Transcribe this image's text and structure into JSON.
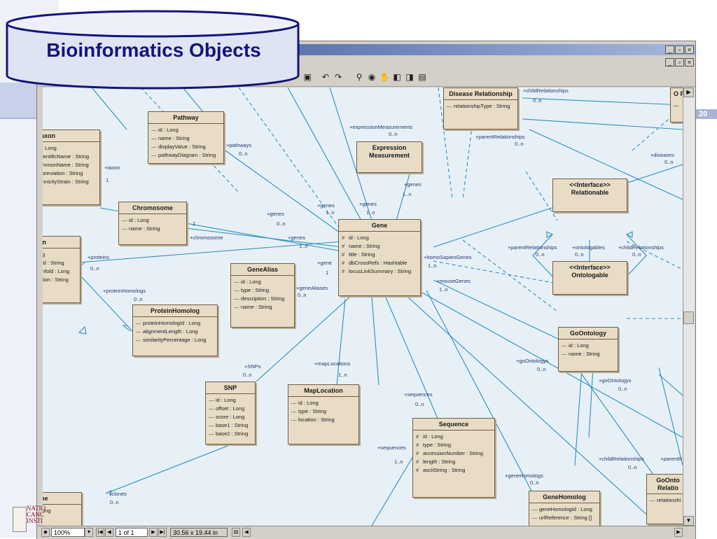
{
  "slide": {
    "title": "Bioinformatics Objects",
    "page_number": "20",
    "logo_text": [
      "NATIO",
      "CANC",
      "INSTI"
    ]
  },
  "window": {
    "title": "",
    "controls": [
      "_",
      "▫",
      "×"
    ]
  },
  "statusbar": {
    "zoom": "100%",
    "page": "1 of 1",
    "size": "30.56 x 19.44 in"
  },
  "classes": [
    {
      "id": "pathway",
      "name": "Pathway",
      "attrs": [
        {
          "m": "—",
          "t": "id : Long"
        },
        {
          "m": "—",
          "t": "name : String"
        },
        {
          "m": "—",
          "t": "displayValue : String"
        },
        {
          "m": "—",
          "t": "pathwayDiagram : String"
        }
      ]
    },
    {
      "id": "taxon",
      "name": "axon",
      "attrs": [
        {
          "m": "",
          "t": ": Long"
        },
        {
          "m": "",
          "t": "ientificName : String"
        },
        {
          "m": "",
          "t": "mmonName : String"
        },
        {
          "m": "",
          "t": "breviation : String"
        },
        {
          "m": "",
          "t": "nnicityStrain : String"
        }
      ]
    },
    {
      "id": "chromosome",
      "name": "Chromosome",
      "attrs": [
        {
          "m": "—",
          "t": "id : Long"
        },
        {
          "m": "—",
          "t": "name : String"
        }
      ]
    },
    {
      "id": "protein",
      "name": "in",
      "attrs": [
        {
          "m": "",
          "t": "g"
        },
        {
          "m": "",
          "t": "ld : String"
        },
        {
          "m": "",
          "t": "nfold : Long"
        },
        {
          "m": "",
          "t": "tion : String"
        }
      ]
    },
    {
      "id": "exprmeas",
      "name": "Expression Measurement",
      "attrs": []
    },
    {
      "id": "disease",
      "name": "Disease Relationship",
      "attrs": [
        {
          "m": "—",
          "t": "relationshipType : String"
        }
      ]
    },
    {
      "id": "relationable",
      "name": "<<Interface>> Relationable",
      "attrs": []
    },
    {
      "id": "ontologable",
      "name": "<<Interface>> Ontologable",
      "attrs": []
    },
    {
      "id": "gene",
      "name": "Gene",
      "attrs": [
        {
          "m": "#",
          "t": "id : Long"
        },
        {
          "m": "#",
          "t": "name : String"
        },
        {
          "m": "#",
          "t": "title : String"
        },
        {
          "m": "#",
          "t": "dbCrossRefs : Hashtable"
        },
        {
          "m": "#",
          "t": "locusLinkSummary : String"
        }
      ]
    },
    {
      "id": "genealias",
      "name": "GeneAlias",
      "attrs": [
        {
          "m": "—",
          "t": "id : Long"
        },
        {
          "m": "—",
          "t": "type : String"
        },
        {
          "m": "—",
          "t": "description : String"
        },
        {
          "m": "—",
          "t": "name : String"
        }
      ]
    },
    {
      "id": "proteinhomolog",
      "name": "ProteinHomolog",
      "attrs": [
        {
          "m": "—",
          "t": "proteinHomologId : Long"
        },
        {
          "m": "—",
          "t": "alignmentLength : Long"
        },
        {
          "m": "—",
          "t": "similarityPercentage : Long"
        }
      ]
    },
    {
      "id": "goontology",
      "name": "GoOntology",
      "attrs": [
        {
          "m": "—",
          "t": "id : Long"
        },
        {
          "m": "—",
          "t": "name : String"
        }
      ]
    },
    {
      "id": "snp",
      "name": "SNP",
      "attrs": [
        {
          "m": "—",
          "t": "id : Long"
        },
        {
          "m": "—",
          "t": "offset : Long"
        },
        {
          "m": "—",
          "t": "score : Long"
        },
        {
          "m": "—",
          "t": "base1 : String"
        },
        {
          "m": "—",
          "t": "base2 : String"
        }
      ]
    },
    {
      "id": "maplocation",
      "name": "MapLocation",
      "attrs": [
        {
          "m": "—",
          "t": "id : Long"
        },
        {
          "m": "—",
          "t": "type : String"
        },
        {
          "m": "—",
          "t": "location : String"
        }
      ]
    },
    {
      "id": "sequence",
      "name": "Sequence",
      "attrs": [
        {
          "m": "#",
          "t": "id : Long"
        },
        {
          "m": "#",
          "t": "type : String"
        },
        {
          "m": "#",
          "t": "accessionNumber : String"
        },
        {
          "m": "#",
          "t": "length : String"
        },
        {
          "m": "#",
          "t": "asciiString : String"
        }
      ]
    },
    {
      "id": "genehomolog",
      "name": "GeneHomolog",
      "attrs": [
        {
          "m": "—",
          "t": "geneHomologId : Long"
        },
        {
          "m": "—",
          "t": "urlReference : String []"
        }
      ]
    },
    {
      "id": "goontrel",
      "name": "GoOnto Relatio",
      "attrs": [
        {
          "m": "—",
          "t": "relationshi"
        }
      ]
    },
    {
      "id": "clone",
      "name": "ne",
      "attrs": [
        {
          "m": "",
          "t": "ong"
        }
      ]
    },
    {
      "id": "topright",
      "name": "O R",
      "attrs": [
        {
          "m": "",
          "t": "—"
        }
      ]
    }
  ],
  "labels": [
    "+childRelationships",
    "0..n",
    "+expressionMeasurements",
    "0..n",
    "+parentRelationships",
    "0..n",
    "+pathways",
    "0..n",
    "+taxon",
    "1",
    "+genes",
    "1..n",
    "+genes",
    "1..n",
    "+genes",
    "1..n",
    "+genes",
    "0..n",
    "1",
    "+chromosome",
    "+genes",
    "1..n",
    "+diseases",
    "0..n",
    "+proteins",
    "0..n",
    "+proteinHomologs",
    "0..n",
    "+gene",
    "1",
    "+geneAliases",
    "0..n",
    "+homoSapienGenes",
    "1..n",
    "+mouseGenes",
    "1..n",
    "+parentRelationships",
    "0..n",
    "+ontologables",
    "0..n",
    "+childRelationships",
    "0..n",
    "+goOntologys",
    "0..n",
    "+goOntologys",
    "0..n",
    "+SNPs",
    "0..n",
    "+mapLocations",
    "1..n",
    "+sequences",
    "0..n",
    "+sequences",
    "1..n",
    "+geneHomologs",
    "0..n",
    "+childRelationships",
    "0..n",
    "+parentR",
    "+clones",
    "0..n"
  ]
}
